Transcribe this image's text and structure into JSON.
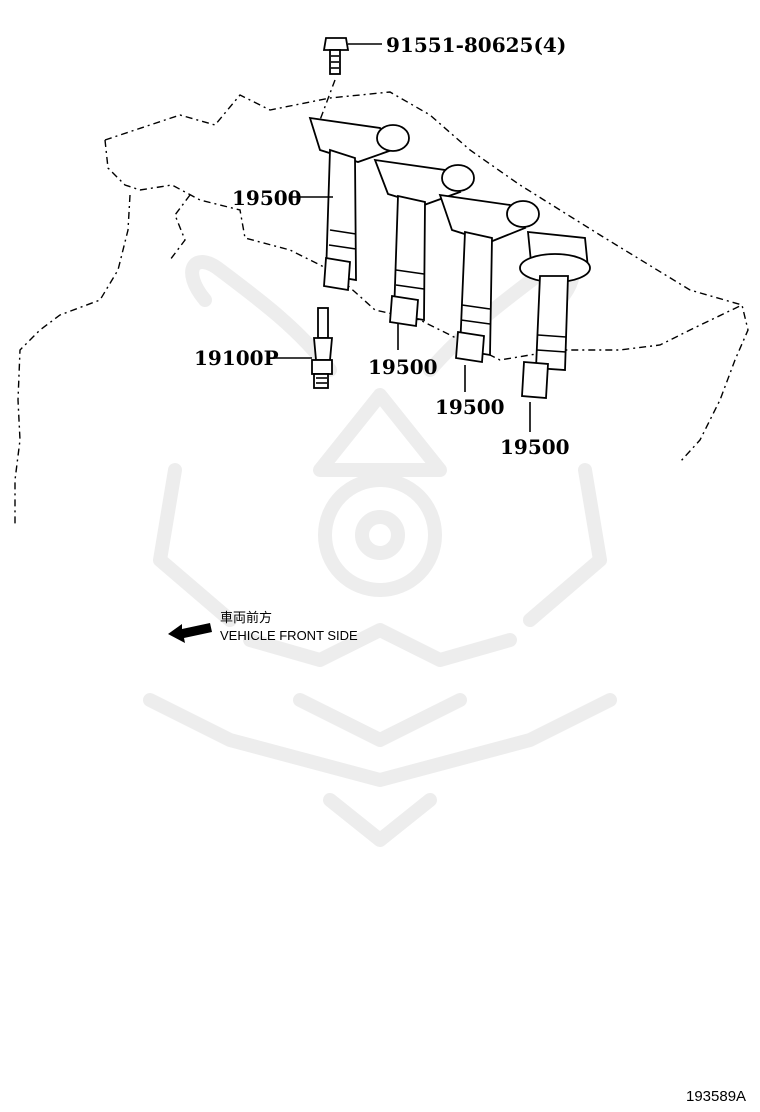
{
  "parts": {
    "bolt": "91551-80625(4)",
    "coil_1": "19500",
    "coil_2": "19500",
    "coil_3": "19500",
    "coil_4": "19500",
    "spark_plug": "19100P"
  },
  "direction": {
    "label_jp": "車両前方",
    "label_en": "VEHICLE FRONT SIDE"
  },
  "diagram_id": "193589A"
}
